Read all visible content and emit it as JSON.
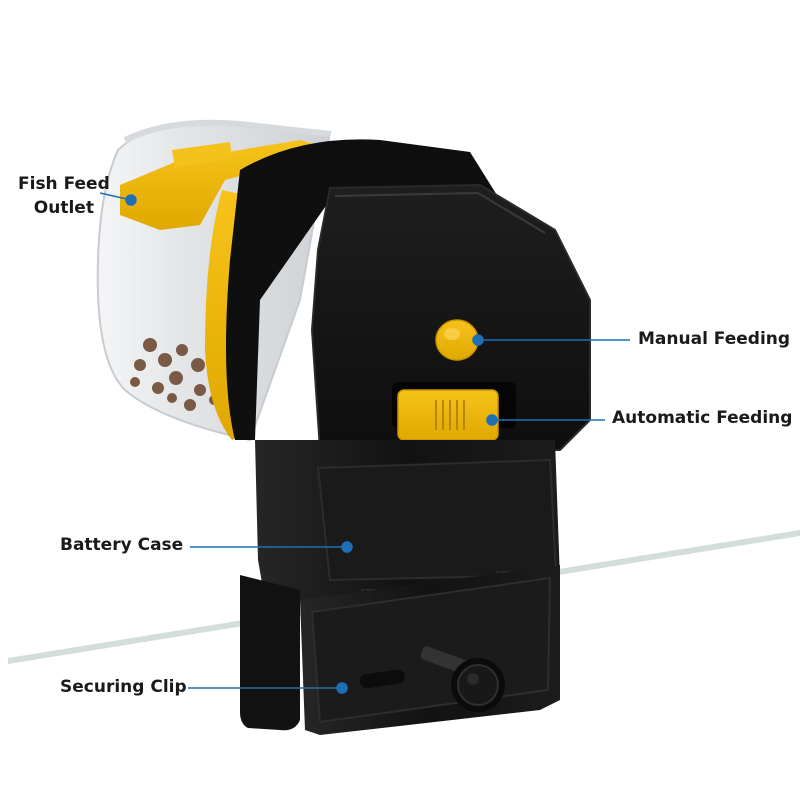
{
  "callouts": {
    "fish_feed_outlet": {
      "line1": "Fish Feed",
      "line2": "Outlet"
    },
    "manual_feeding": "Manual Feeding",
    "automatic_feeding": "Automatic Feeding",
    "battery_case": "Battery Case",
    "securing_clip": "Securing Clip"
  },
  "colors": {
    "body": "#141414",
    "accent_yellow": "#f2b705",
    "callout_line": "#1f6fb5",
    "container": "#e6e8ea"
  }
}
